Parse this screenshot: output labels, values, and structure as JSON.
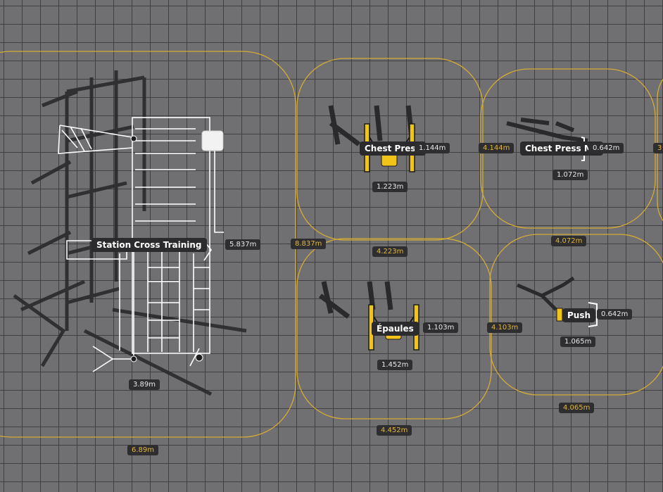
{
  "colors": {
    "floor": "#6f6f72",
    "grid": "#3f3f42",
    "zone_outline": "#d4ac35",
    "equipment_yellow": "#f2c318",
    "label_bg": "#2b2b2d"
  },
  "equipment": [
    {
      "id": "station-cross-training",
      "name": "Station Cross Training",
      "width_label": "3.89m",
      "depth_label": "5.837m",
      "zone_width_label": "6.89m",
      "zone_depth_label": "8.837m"
    },
    {
      "id": "chest-press",
      "name": "Chest Press",
      "width_label": "1.223m",
      "depth_label": "1.144m",
      "zone_width_label": "4.223m",
      "zone_depth_label": "4.144m"
    },
    {
      "id": "chest-press-ma",
      "name": "Chest Press Ma",
      "width_label": "1.072m",
      "depth_label": "0.642m",
      "zone_width_label": "4.072m",
      "zone_depth_label": "3"
    },
    {
      "id": "epaules",
      "name": "Épaules",
      "width_label": "1.452m",
      "depth_label": "1.103m",
      "zone_width_label": "4.452m",
      "zone_depth_label": "4.103m"
    },
    {
      "id": "push",
      "name": "Push",
      "width_label": "1.065m",
      "depth_label": "0.642m",
      "zone_width_label": "4.065m"
    }
  ]
}
